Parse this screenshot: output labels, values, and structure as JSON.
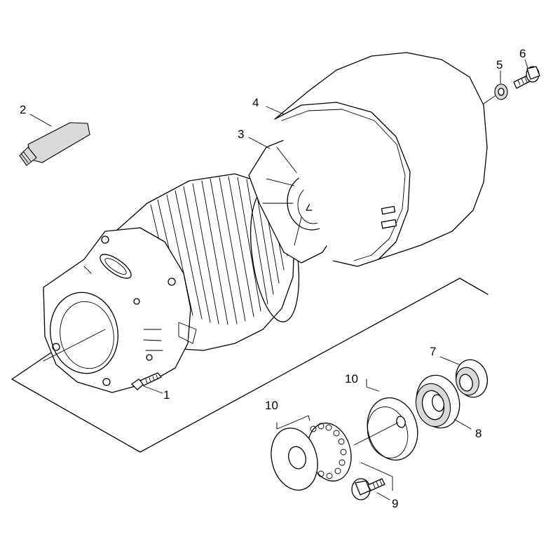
{
  "callouts": [
    {
      "id": "c1",
      "label": "1"
    },
    {
      "id": "c2",
      "label": "2"
    },
    {
      "id": "c3",
      "label": "3"
    },
    {
      "id": "c4",
      "label": "4"
    },
    {
      "id": "c5",
      "label": "5"
    },
    {
      "id": "c6",
      "label": "6"
    },
    {
      "id": "c7",
      "label": "7"
    },
    {
      "id": "c8",
      "label": "8"
    },
    {
      "id": "c9",
      "label": "9"
    },
    {
      "id": "c10a",
      "label": "10"
    },
    {
      "id": "c10b",
      "label": "10"
    }
  ]
}
